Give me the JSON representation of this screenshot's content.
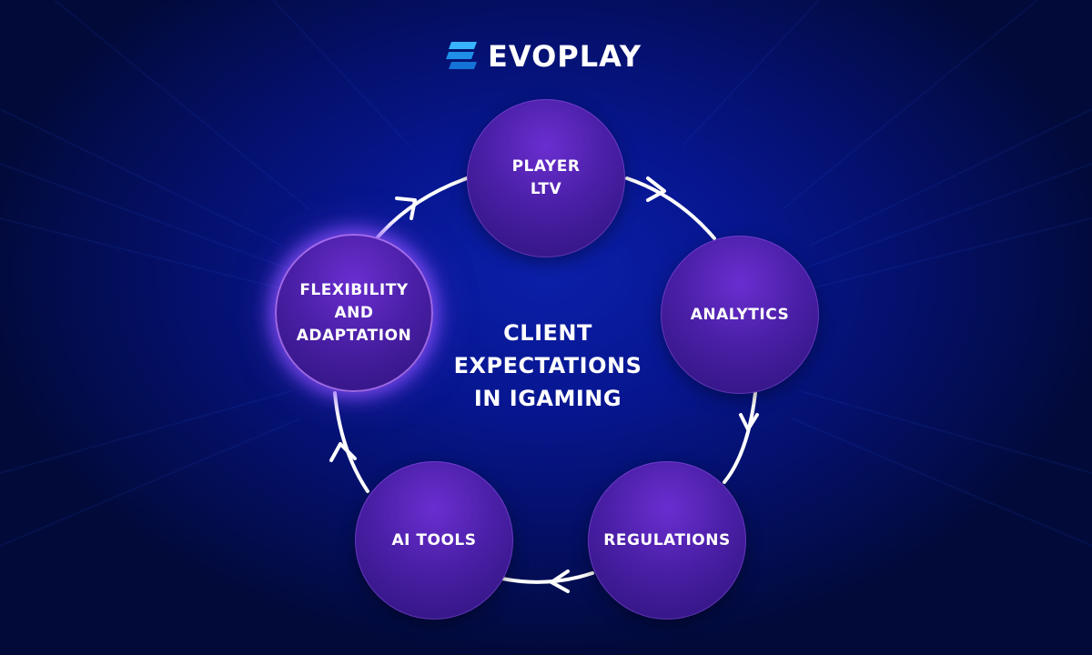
{
  "brand": {
    "logo_icon": "evoplay-logo-icon",
    "name": "EVOPLAY",
    "color_primary": "#2a9df4"
  },
  "diagram": {
    "title": "CLIENT\nEXPECTATIONS\nIN IGAMING",
    "nodes": [
      {
        "id": "player-ltv",
        "label": "PLAYER\nLTV",
        "highlighted": false
      },
      {
        "id": "analytics",
        "label": "ANALYTICS",
        "highlighted": false
      },
      {
        "id": "regulations",
        "label": "REGULATIONS",
        "highlighted": false
      },
      {
        "id": "ai-tools",
        "label": "AI TOOLS",
        "highlighted": false
      },
      {
        "id": "flexibility-and-adaptation",
        "label": "FLEXIBILITY\nAND\nADAPTATION",
        "highlighted": true
      }
    ],
    "flow": [
      {
        "from": "player-ltv",
        "to": "analytics"
      },
      {
        "from": "analytics",
        "to": "regulations"
      },
      {
        "from": "regulations",
        "to": "ai-tools"
      },
      {
        "from": "ai-tools",
        "to": "flexibility-and-adaptation"
      },
      {
        "from": "flexibility-and-adaptation",
        "to": "player-ltv"
      }
    ],
    "colors": {
      "node_fill": "#4a1fa6",
      "highlight_glow": "#8c50ff",
      "arrow": "#ffffff",
      "background": "#071690"
    }
  }
}
